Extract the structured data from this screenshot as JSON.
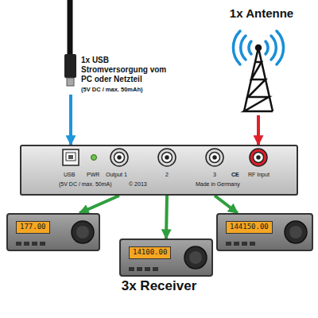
{
  "diagram": {
    "nodes": [
      {
        "text": [
          "1x USB Stromversorgung vom PC oder Netzteil",
          "(5V DC / max. 50mAh)"
        ]
      },
      {
        "text": [
          "1x Antenne"
        ]
      },
      {
        "text": [
          "USB",
          "(5V DC / max. 50mA)",
          "PWR",
          "Output 1",
          "2",
          "3",
          "© 2013",
          "CE",
          "Made in Germany",
          "RF Input"
        ]
      },
      {
        "text": [
          "177.00"
        ]
      },
      {
        "text": [
          "14100.00"
        ]
      },
      {
        "text": [
          "144150.00"
        ]
      }
    ],
    "edges": [
      {
        "from": 0,
        "to": 2,
        "arrow": "to"
      },
      {
        "from": 1,
        "to": 2,
        "arrow": "to"
      },
      {
        "from": 2,
        "to": 3,
        "arrow": "to"
      },
      {
        "from": 2,
        "to": 4,
        "arrow": "to"
      },
      {
        "from": 2,
        "to": 5,
        "arrow": "to"
      }
    ],
    "labels": [
      "3x Receiver"
    ]
  }
}
